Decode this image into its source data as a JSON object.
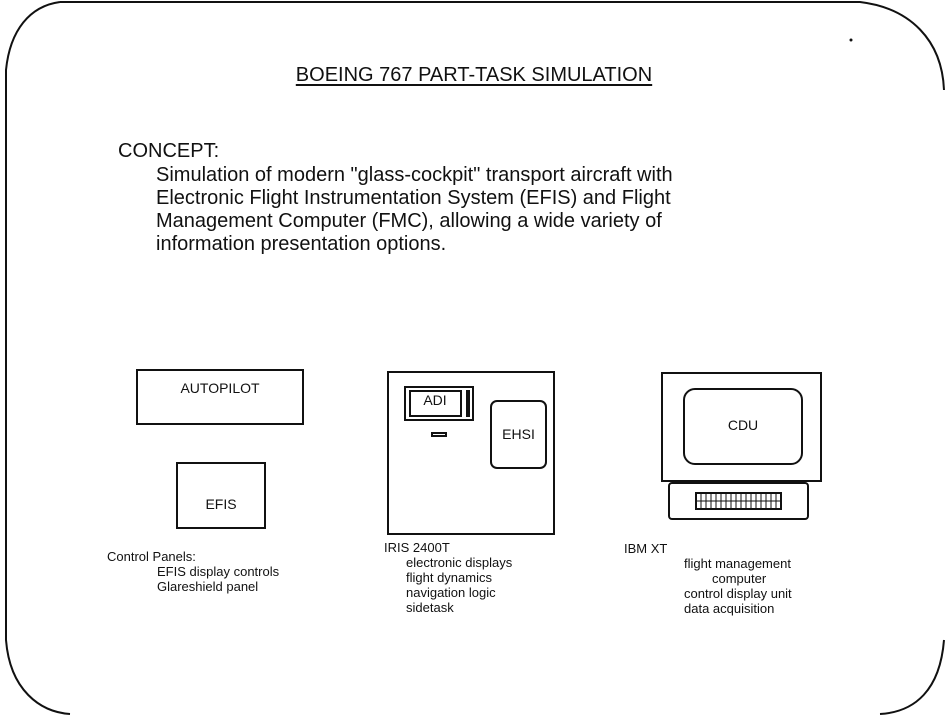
{
  "slide": {
    "title": "BOEING 767 PART-TASK SIMULATION",
    "concept_heading": "CONCEPT:",
    "concept_lines": [
      "Simulation of modern \"glass-cockpit\" transport aircraft with",
      "Electronic Flight Instrumentation System (EFIS) and Flight",
      "Management Computer (FMC), allowing a wide variety of",
      "information presentation options."
    ]
  },
  "control_panels": {
    "autopilot_label": "AUTOPILOT",
    "efis_label": "EFIS",
    "caption_title": "Control Panels:",
    "caption_lines": [
      "EFIS display controls",
      "Glareshield panel"
    ]
  },
  "iris": {
    "adi_label": "ADI",
    "ehsi_label": "EHSI",
    "caption_title": "IRIS 2400T",
    "caption_lines": [
      "electronic displays",
      "flight dynamics",
      "navigation logic",
      "sidetask"
    ]
  },
  "ibm": {
    "screen_label": "CDU",
    "caption_title": "IBM XT",
    "caption_lines": [
      "flight management",
      "computer",
      "control display unit",
      "data acquisition"
    ]
  }
}
